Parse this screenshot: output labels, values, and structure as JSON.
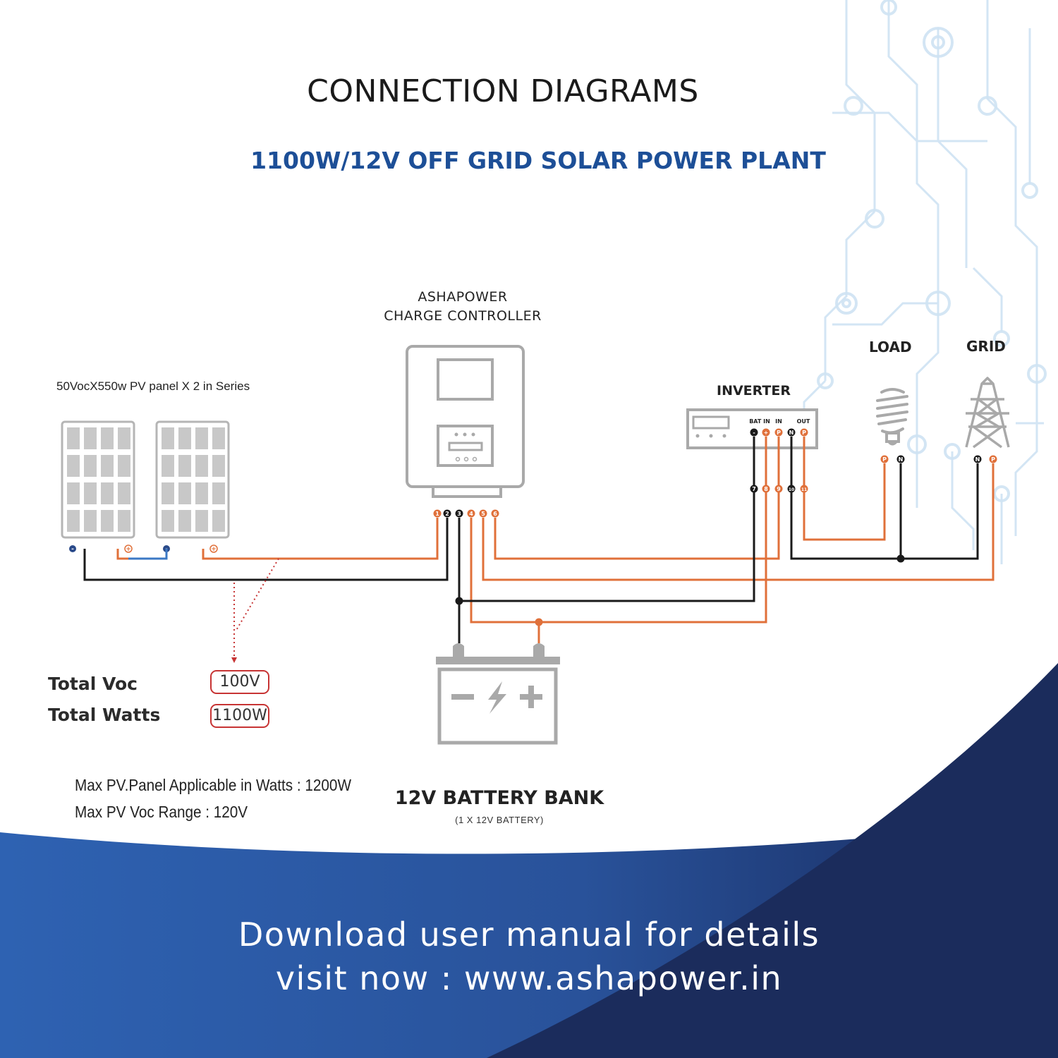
{
  "header": {
    "title": "CONNECTION DIAGRAMS",
    "subtitle": "1100W/12V OFF GRID SOLAR POWER PLANT"
  },
  "charge_controller": {
    "brand": "ASHAPOWER",
    "name": "CHARGE CONTROLLER",
    "terminals": [
      "1",
      "2",
      "3",
      "4",
      "5",
      "6"
    ]
  },
  "pv": {
    "label": "50VocX550w PV panel X 2 in Series"
  },
  "inverter": {
    "label": "INVERTER",
    "bat_in_label": "BAT IN",
    "in_label": "IN",
    "out_label": "OUT",
    "terminal_marks": [
      "-",
      "+",
      "P",
      "N",
      "P"
    ],
    "terminals": [
      "7",
      "8",
      "9",
      "10",
      "11"
    ]
  },
  "load": {
    "label": "LOAD",
    "terminals": [
      "P",
      "N"
    ]
  },
  "grid": {
    "label": "GRID",
    "terminals": [
      "N",
      "P"
    ]
  },
  "totals": {
    "voc_label": "Total Voc",
    "voc_value": "100V",
    "watts_label": "Total Watts",
    "watts_value": "1100W"
  },
  "max": {
    "watts": "Max PV.Panel Applicable in Watts : 1200W",
    "voc": "Max PV Voc Range : 120V"
  },
  "battery": {
    "label": "12V BATTERY BANK",
    "sub": "(1 X 12V BATTERY)"
  },
  "footer": {
    "line1": "Download user manual for details",
    "line2": "visit now : www.ashapower.in"
  },
  "colors": {
    "orange": "#e0703a",
    "black": "#1a1a1a",
    "gray": "#a9a9a9",
    "blue_title": "#1d4f97",
    "navy": "#1a2d5c",
    "blue": "#2f63b0",
    "circuit": "#cfe3f3"
  }
}
